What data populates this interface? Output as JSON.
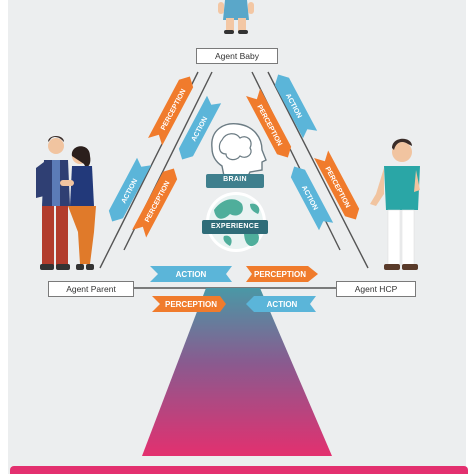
{
  "labels": {
    "agent_baby": "Agent Baby",
    "agent_parent": "Agent Parent",
    "agent_hcp": "Agent HCP",
    "brain": "BRAIN",
    "experience": "EXPERIENCE"
  },
  "arrows": {
    "left_upper_perception": "PERCEPTION",
    "left_upper_action": "ACTION",
    "left_lower_action": "ACTION",
    "left_lower_perception": "PERCEPTION",
    "right_upper_perception": "PERCEPTION",
    "right_upper_action": "ACTION",
    "right_lower_perception": "PERCEPTION",
    "right_lower_action": "ACTION",
    "center_top_action": "ACTION",
    "center_top_perception": "PERCEPTION",
    "center_bottom_perception": "PERCEPTION",
    "center_bottom_action": "ACTION"
  },
  "colors": {
    "action": "#5bb5d9",
    "perception": "#f07b2c",
    "funnel_top": "#4a98a6",
    "funnel_bottom": "#e3306f",
    "brain_badge": "#3f7f8d",
    "background": "#eceeef"
  }
}
